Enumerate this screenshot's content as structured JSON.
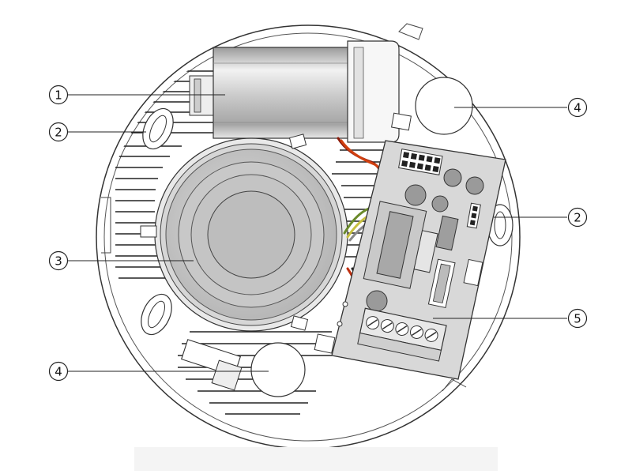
{
  "diagram": {
    "callouts": [
      {
        "id": "c1",
        "number": "1"
      },
      {
        "id": "c2a",
        "number": "2"
      },
      {
        "id": "c2b",
        "number": "2"
      },
      {
        "id": "c3",
        "number": "3"
      },
      {
        "id": "c4a",
        "number": "4"
      },
      {
        "id": "c4b",
        "number": "4"
      },
      {
        "id": "c5",
        "number": "5"
      }
    ]
  }
}
